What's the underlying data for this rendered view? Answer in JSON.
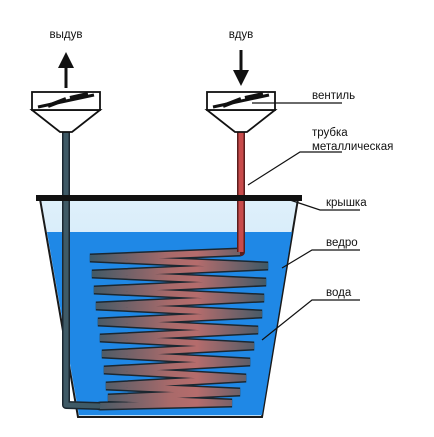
{
  "labels": {
    "exhaust": "выдув",
    "intake": "вдув",
    "valve": "вентиль",
    "tube_line1": "трубка",
    "tube_line2": "металлическая",
    "lid": "крышка",
    "bucket": "ведро",
    "water": "вода"
  },
  "colors": {
    "water": "#1f88e6",
    "bucket_inner": "#6fb8f3",
    "outline": "#1a1a1a",
    "hot_tube": "#c84b4b",
    "cold_tube": "#3f5a66",
    "coil": "#4b6370"
  },
  "icons": {
    "exhaust_arrow": "arrow-up-icon",
    "intake_arrow": "arrow-down-icon",
    "valve": "valve-icon"
  }
}
